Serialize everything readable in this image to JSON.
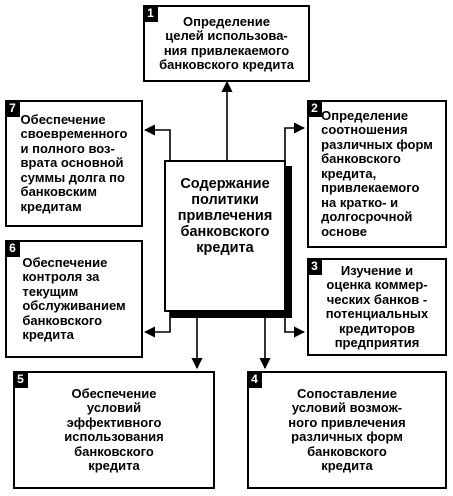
{
  "center": {
    "title": "Содержание\nполитики\nпривлечения\nбанковского\nкредита"
  },
  "boxes": [
    {
      "num": "1",
      "text": "Определение\nцелей использова-\nния привлекаемого\nбанковского кредита"
    },
    {
      "num": "2",
      "text": "Определение\nсоотношения\nразличных форм\nбанковского\nкредита,\nпривлекаемого\nна кратко- и\nдолгосрочной\nоснове"
    },
    {
      "num": "3",
      "text": "Изучение и\nоценка коммер-\nческих банков -\nпотенциальных\nкредиторов\nпредприятия"
    },
    {
      "num": "4",
      "text": "Сопоставление\nусловий возмож-\nного привлечения\nразличных форм\nбанковского\nкредита"
    },
    {
      "num": "5",
      "text": "Обеспечение\nусловий\nэффективного\nиспользования\nбанковского\nкредита"
    },
    {
      "num": "6",
      "text": "Обеспечение\nконтроля за\nтекущим\nобслуживанием\nбанковского\nкредита"
    },
    {
      "num": "7",
      "text": "Обеспечение\nсвоевременного\nи полного воз-\nврата основной\nсуммы долга по\nбанковским\nкредитам"
    }
  ]
}
